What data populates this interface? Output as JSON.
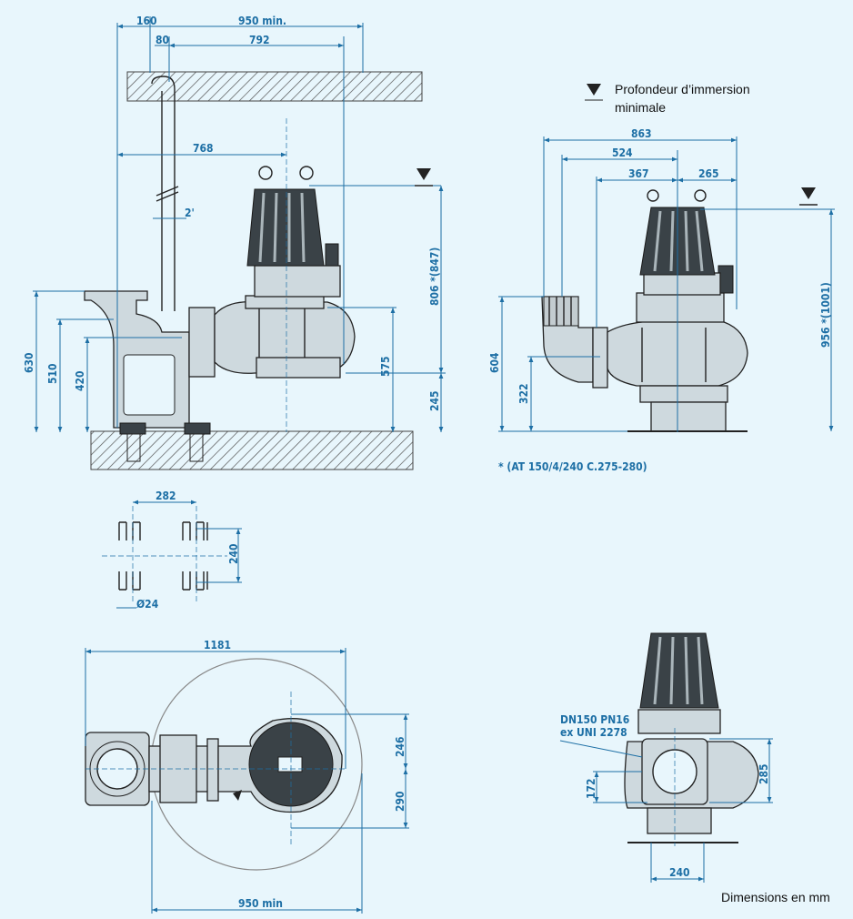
{
  "legend": {
    "line1": "Profondeur d’immersion",
    "line2": "minimale"
  },
  "footnote": "* (AT 150/4/240 C.275-280)",
  "units_note": "Dimensions en mm",
  "side_view": {
    "d160": "160",
    "d950": "950 min.",
    "d80": "80",
    "d792": "792",
    "d768": "768",
    "d2in": "2'",
    "d806": "806 *(847)",
    "d630": "630",
    "d510": "510",
    "d420": "420",
    "d575": "575",
    "d245": "245"
  },
  "front_view": {
    "d863": "863",
    "d524": "524",
    "d367": "367",
    "d265": "265",
    "d956": "956 *(1001)",
    "d604": "604",
    "d322": "322"
  },
  "foot_detail": {
    "d282": "282",
    "d240": "240",
    "d24": "Ø24"
  },
  "plan_view": {
    "d1181": "1181",
    "d246": "246",
    "d290": "290",
    "d950": "950 min"
  },
  "flange_view": {
    "label1": "DN150 PN16",
    "label2": "ex UNI 2278",
    "d285": "285",
    "d172": "172",
    "d240": "240"
  }
}
